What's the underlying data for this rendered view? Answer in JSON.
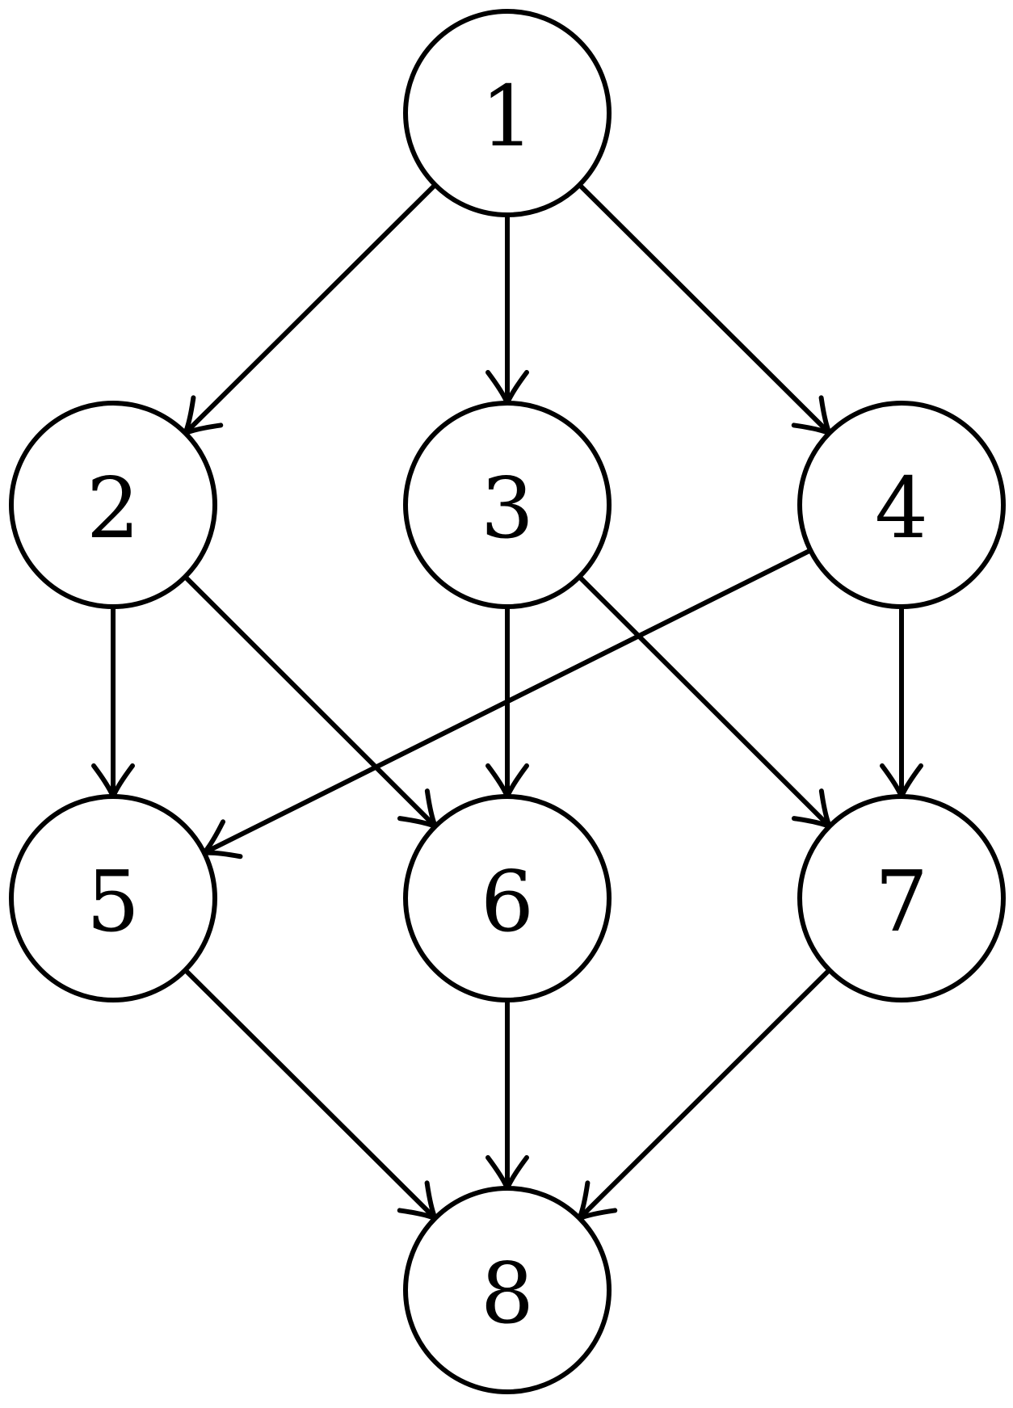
{
  "diagram": {
    "type": "directed-graph",
    "stroke_color": "#000000",
    "background_color": "#ffffff",
    "nodes": [
      {
        "id": "1",
        "label": "1"
      },
      {
        "id": "2",
        "label": "2"
      },
      {
        "id": "3",
        "label": "3"
      },
      {
        "id": "4",
        "label": "4"
      },
      {
        "id": "5",
        "label": "5"
      },
      {
        "id": "6",
        "label": "6"
      },
      {
        "id": "7",
        "label": "7"
      },
      {
        "id": "8",
        "label": "8"
      }
    ],
    "edges": [
      {
        "from": "1",
        "to": "2"
      },
      {
        "from": "1",
        "to": "3"
      },
      {
        "from": "1",
        "to": "4"
      },
      {
        "from": "2",
        "to": "5"
      },
      {
        "from": "2",
        "to": "6"
      },
      {
        "from": "3",
        "to": "6"
      },
      {
        "from": "3",
        "to": "7"
      },
      {
        "from": "4",
        "to": "5"
      },
      {
        "from": "4",
        "to": "7"
      },
      {
        "from": "5",
        "to": "8"
      },
      {
        "from": "6",
        "to": "8"
      },
      {
        "from": "7",
        "to": "8"
      }
    ]
  }
}
